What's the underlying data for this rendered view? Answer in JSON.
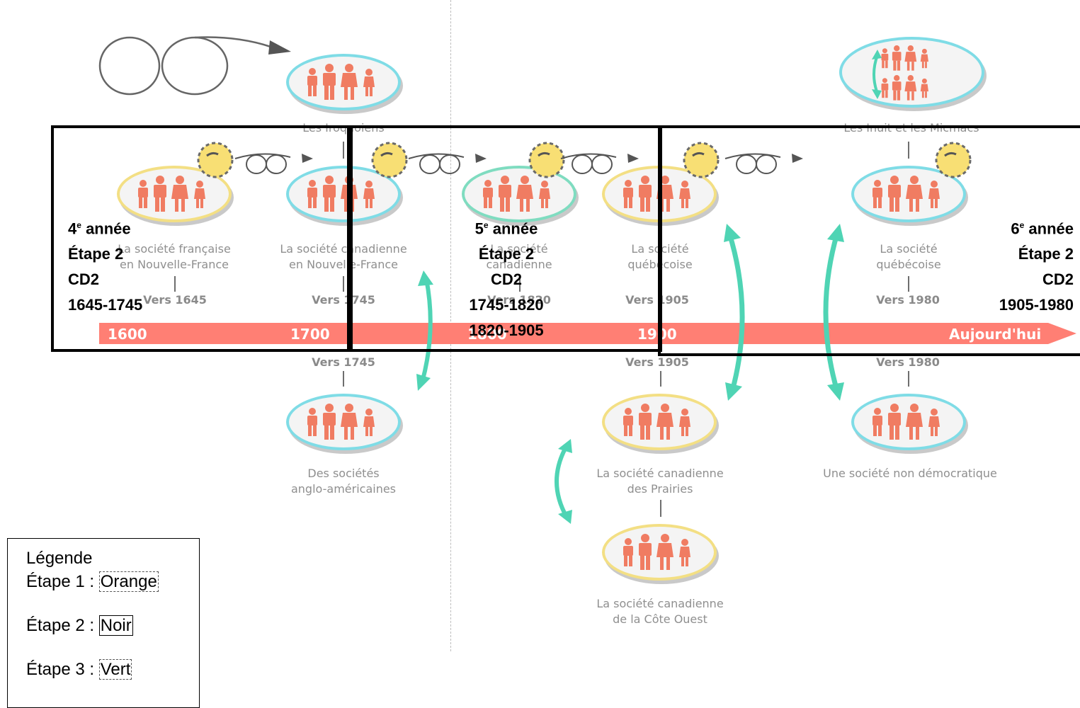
{
  "diagram": {
    "timeline": {
      "years": [
        "1600",
        "1700",
        "1800",
        "1900",
        "Aujourd'hui"
      ]
    },
    "societies": {
      "iroquoiens": {
        "name": "Les Iroquoiens"
      },
      "nouvelle_france": {
        "line1": "La société française",
        "line2": "en Nouvelle-France",
        "date": "Vers 1645"
      },
      "canadienne_nf": {
        "line1": "La société canadienne",
        "line2": "en Nouvelle-France",
        "date": "Vers 1745"
      },
      "canadienne": {
        "line1": "La société",
        "line2": "canadienne",
        "date": "Vers 1820"
      },
      "quebecoise_1905": {
        "line1": "La société",
        "line2": "québécoise",
        "date": "Vers 1905"
      },
      "inuit_micmacs": {
        "name": "Les Inuit et les Micmacs"
      },
      "quebecoise_1980": {
        "line1": "La société",
        "line2": "québécoise",
        "date": "Vers 1980"
      },
      "anglo_americaines": {
        "line1": "Des sociétés",
        "line2": "anglo-américaines",
        "date": "Vers 1745"
      },
      "prairies": {
        "line1": "La société canadienne",
        "line2": "des Prairies",
        "date": "Vers 1905"
      },
      "cote_ouest": {
        "line1": "La société canadienne",
        "line2": "de la Côte Ouest"
      },
      "non_democratique": {
        "name": "Une société non démocratique",
        "date": "Vers 1980"
      }
    },
    "overlays": {
      "box4": {
        "grade": "4",
        "sup": "e",
        "grade_word": "année",
        "etape": "Étape 2",
        "cd": "CD2",
        "range": "1645-1745"
      },
      "box5": {
        "grade": "5",
        "sup": "e",
        "grade_word": "année",
        "etape": "Étape 2",
        "cd": "CD2",
        "range1": "1745-1820",
        "range2": "1820-1905"
      },
      "box6": {
        "grade": "6",
        "sup": "e",
        "grade_word": "année",
        "etape": "Étape 2",
        "cd": "CD2",
        "range": "1905-1980"
      }
    }
  },
  "legend": {
    "title": "Légende",
    "items": [
      {
        "label": "Étape 1 : ",
        "value": "Orange"
      },
      {
        "label": "Étape 2 : ",
        "value": "Noir"
      },
      {
        "label": "Étape 3 : ",
        "value": "Vert"
      }
    ]
  },
  "colors": {
    "timeline": "#ff7f74",
    "people": "#f07c62",
    "cyan_ring": "#7fdce6",
    "yellow_ring": "#f3df84",
    "interaction_arrow": "#4fd4b4",
    "sun": "#f8df74",
    "overlay_border": "#000000"
  }
}
